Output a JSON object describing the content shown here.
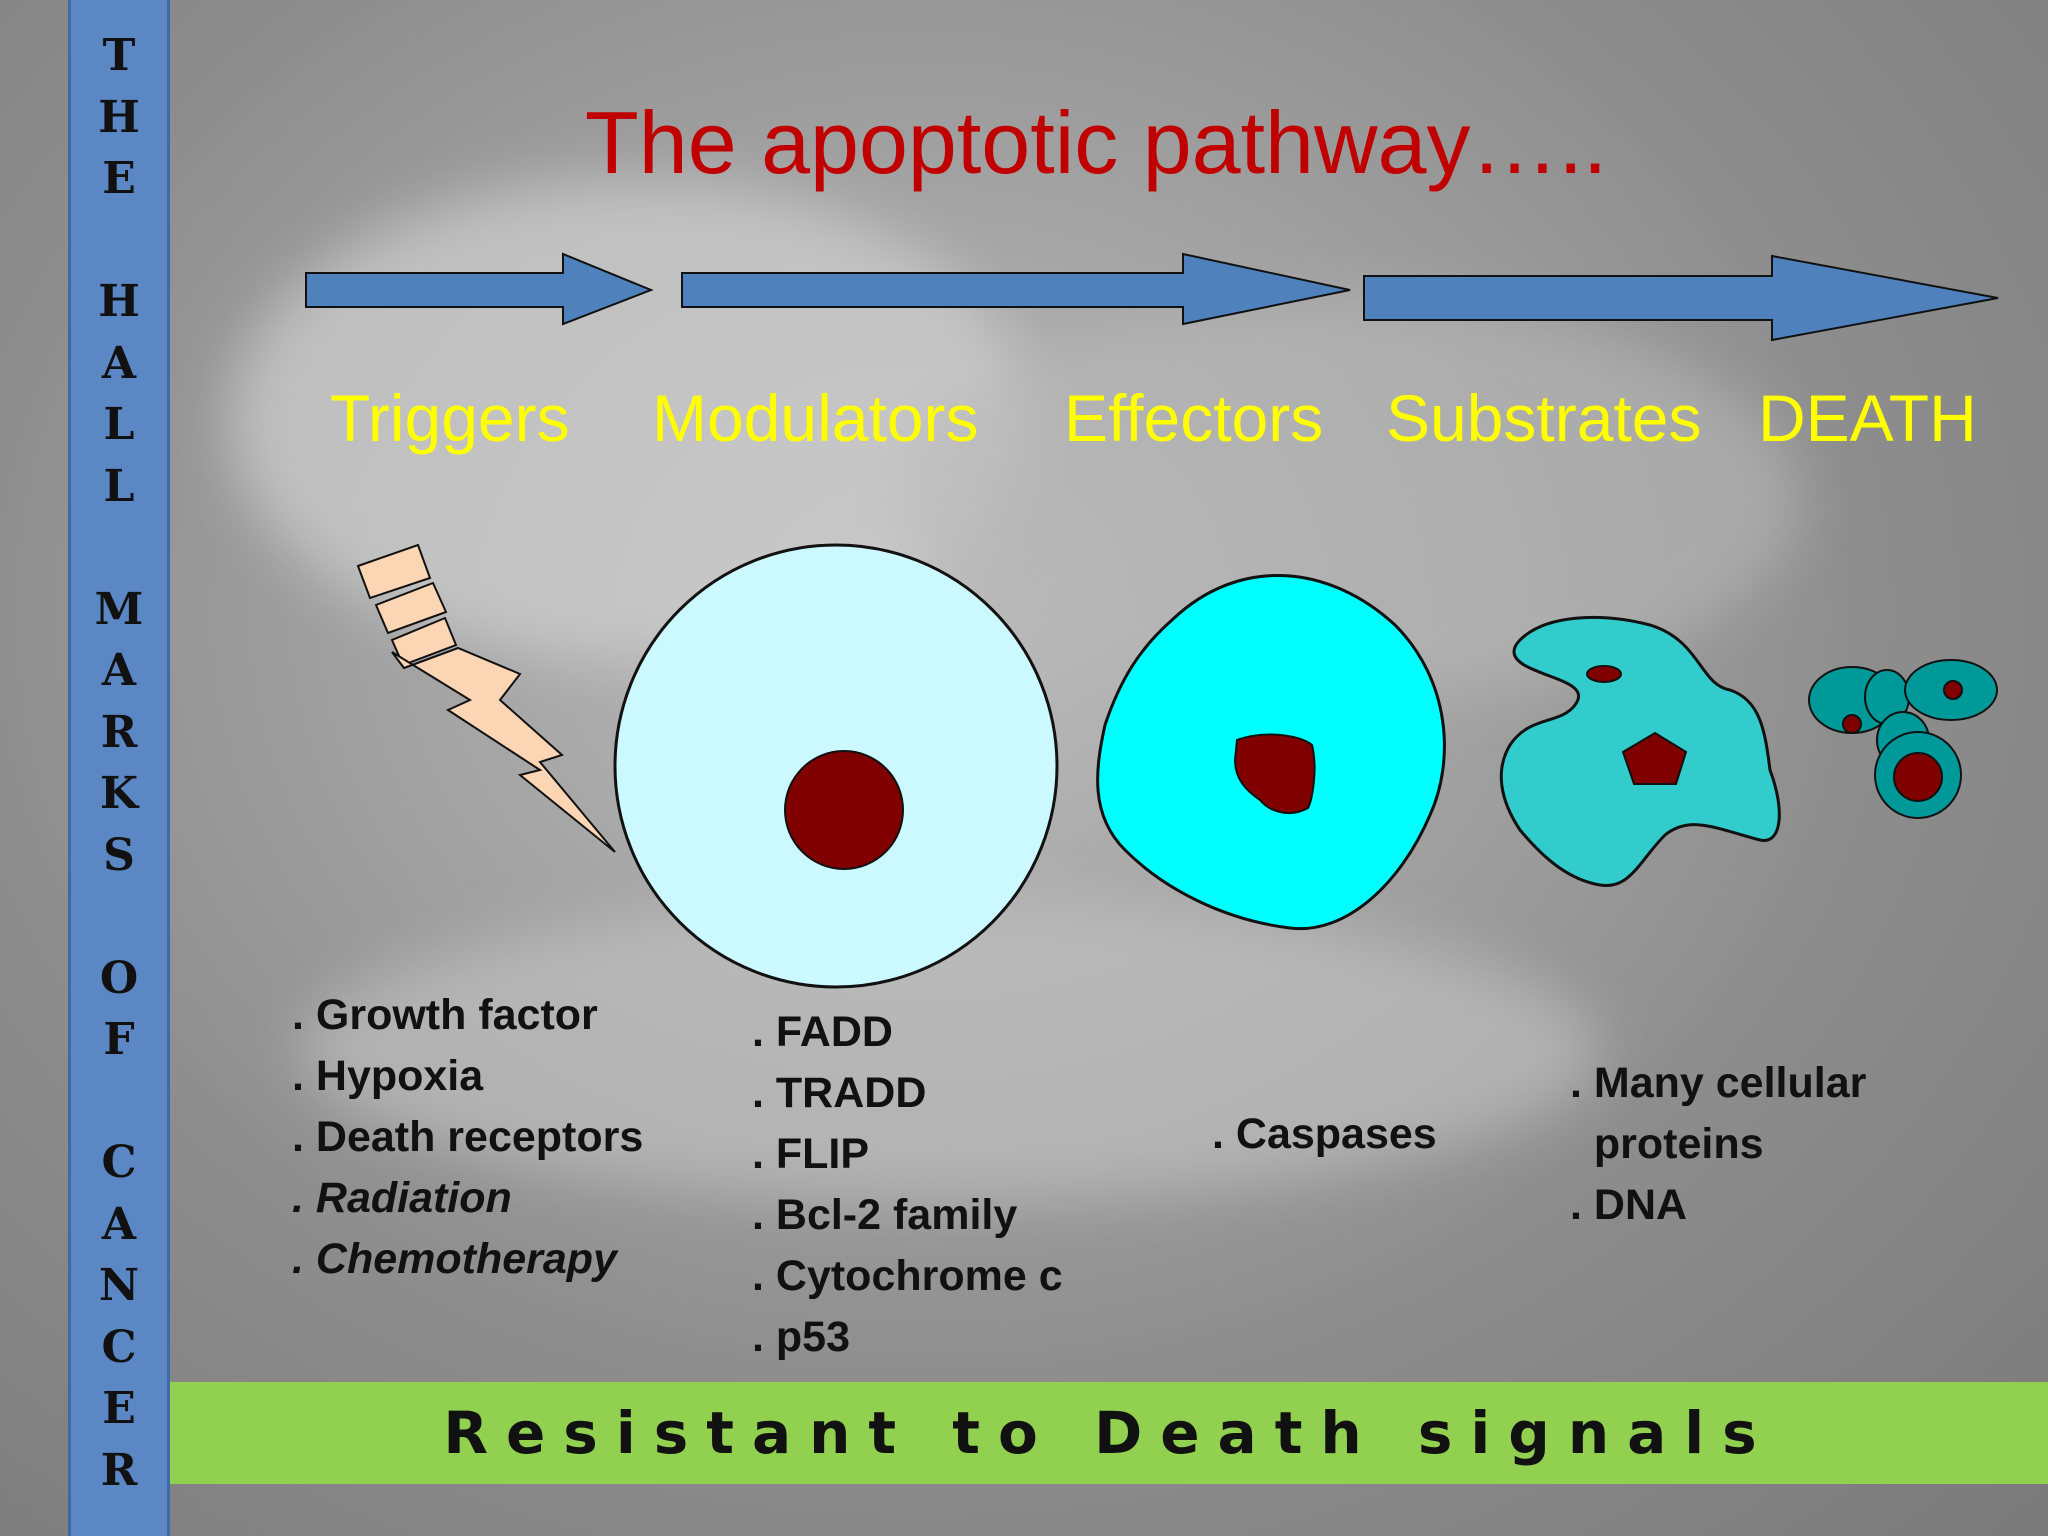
{
  "sidebar": {
    "letters": [
      "T",
      "H",
      "E",
      "",
      "H",
      "A",
      "L",
      "L",
      "",
      "M",
      "A",
      "R",
      "K",
      "S",
      "",
      "O",
      "F",
      "",
      "C",
      "A",
      "N",
      "C",
      "E",
      "R"
    ]
  },
  "title": "The apoptotic pathway…..",
  "stages": [
    "Triggers",
    "Modulators",
    "Effectors",
    "Substrates",
    "DEATH"
  ],
  "triggers": [
    ". Growth factor",
    ". Hypoxia",
    ". Death receptors",
    ". Radiation",
    ". Chemotherapy"
  ],
  "modulators": [
    ". FADD",
    ". TRADD",
    ". FLIP",
    ". Bcl-2 family",
    ". Cytochrome c",
    ". p53"
  ],
  "effectors": [
    ". Caspases"
  ],
  "substrates": [
    ". Many cellular",
    "  proteins",
    ". DNA"
  ],
  "footer": "Resistant to Death signals",
  "colors": {
    "title": "#c00000",
    "stage_labels": "#ffff00",
    "sidebar": "#5b87c5",
    "footer_bar": "#92d050",
    "arrow": "#4f81bd",
    "lightning": "#fcd5b4",
    "normal_cell": "#ccf9ff",
    "nucleus": "#800000",
    "swollen_cell": "#00ffff",
    "shrunken_cell": "#33cccc",
    "apoptotic_bodies": "#009999"
  },
  "icons": [
    "lightning-bolt-icon",
    "normal-cell-icon",
    "swollen-cell-icon",
    "shrunken-cell-icon",
    "apoptotic-bodies-icon"
  ]
}
